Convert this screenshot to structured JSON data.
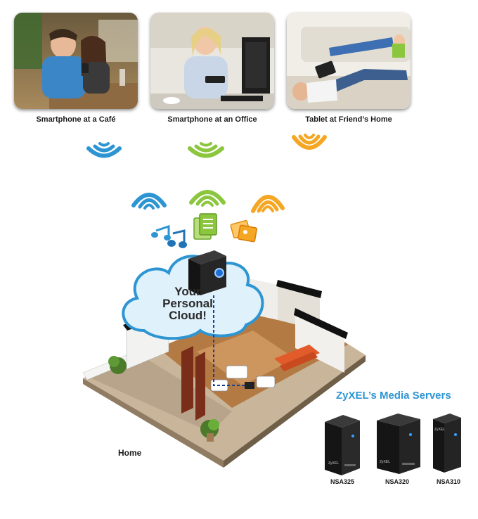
{
  "locations": [
    {
      "caption": "Smartphone at a Café"
    },
    {
      "caption": "Smartphone at an Office"
    },
    {
      "caption": "Tablet at Friend’s Home"
    }
  ],
  "cloud": {
    "line1": "Your",
    "line2": "Personal",
    "line3": "Cloud!"
  },
  "home_label": "Home",
  "servers": {
    "title": "ZyXEL’s Media Servers",
    "items": [
      {
        "model": "NSA325"
      },
      {
        "model": "NSA320"
      },
      {
        "model": "NSA310"
      }
    ],
    "brand": "ZyXEL"
  },
  "colors": {
    "wifi_blue": "#2e95d3",
    "wifi_green": "#8cc63f",
    "wifi_orange": "#f5a623",
    "cloud_fill": "#dff1fb",
    "link_dash": "#1c3f94"
  },
  "icons": [
    "music-notes-icon",
    "documents-icon",
    "photos-icon",
    "wifi-signal-icon"
  ]
}
